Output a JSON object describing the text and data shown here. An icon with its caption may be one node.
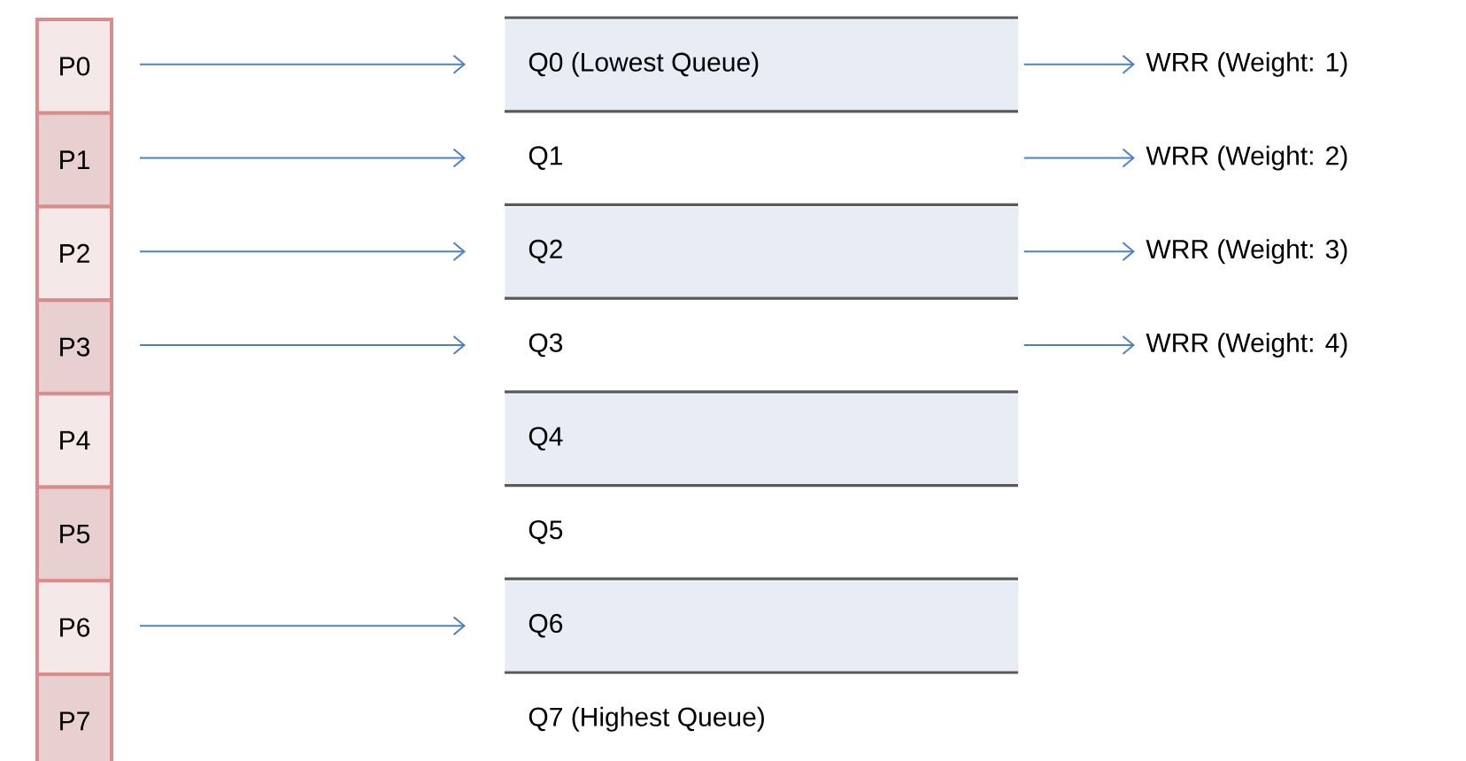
{
  "diagram": {
    "nodes": [
      {
        "text": [
          "P0"
        ]
      },
      {
        "text": [
          "P1"
        ]
      },
      {
        "text": [
          "P2"
        ]
      },
      {
        "text": [
          "P3"
        ]
      },
      {
        "text": [
          "P4"
        ]
      },
      {
        "text": [
          "P5"
        ]
      },
      {
        "text": [
          "P6"
        ]
      },
      {
        "text": [
          "P7"
        ]
      },
      {
        "text": [
          "Q0 (Lowest Queue)"
        ]
      },
      {
        "text": [
          "Q1"
        ]
      },
      {
        "text": [
          "Q2"
        ]
      },
      {
        "text": [
          "Q3"
        ]
      },
      {
        "text": [
          "Q4"
        ]
      },
      {
        "text": [
          "Q5"
        ]
      },
      {
        "text": [
          "Q6"
        ]
      },
      {
        "text": [
          "Q7 (Highest Queue)"
        ]
      },
      {
        "text": [
          "WRR (Weight: 1)"
        ]
      },
      {
        "text": [
          "WRR (Weight: 2)"
        ]
      },
      {
        "text": [
          "WRR (Weight: 3)"
        ]
      },
      {
        "text": [
          "WRR (Weight: 4)"
        ]
      }
    ],
    "edges": [
      {
        "from": 0,
        "to": 8,
        "arrow": "to"
      },
      {
        "from": 1,
        "to": 9,
        "arrow": "to"
      },
      {
        "from": 2,
        "to": 10,
        "arrow": "to"
      },
      {
        "from": 3,
        "to": 11,
        "arrow": "to"
      },
      {
        "from": 6,
        "to": 14,
        "arrow": "to"
      },
      {
        "from": 8,
        "to": 16,
        "arrow": "to"
      },
      {
        "from": 9,
        "to": 17,
        "arrow": "to"
      },
      {
        "from": 10,
        "to": 18,
        "arrow": "to"
      },
      {
        "from": 11,
        "to": 19,
        "arrow": "to"
      }
    ]
  }
}
